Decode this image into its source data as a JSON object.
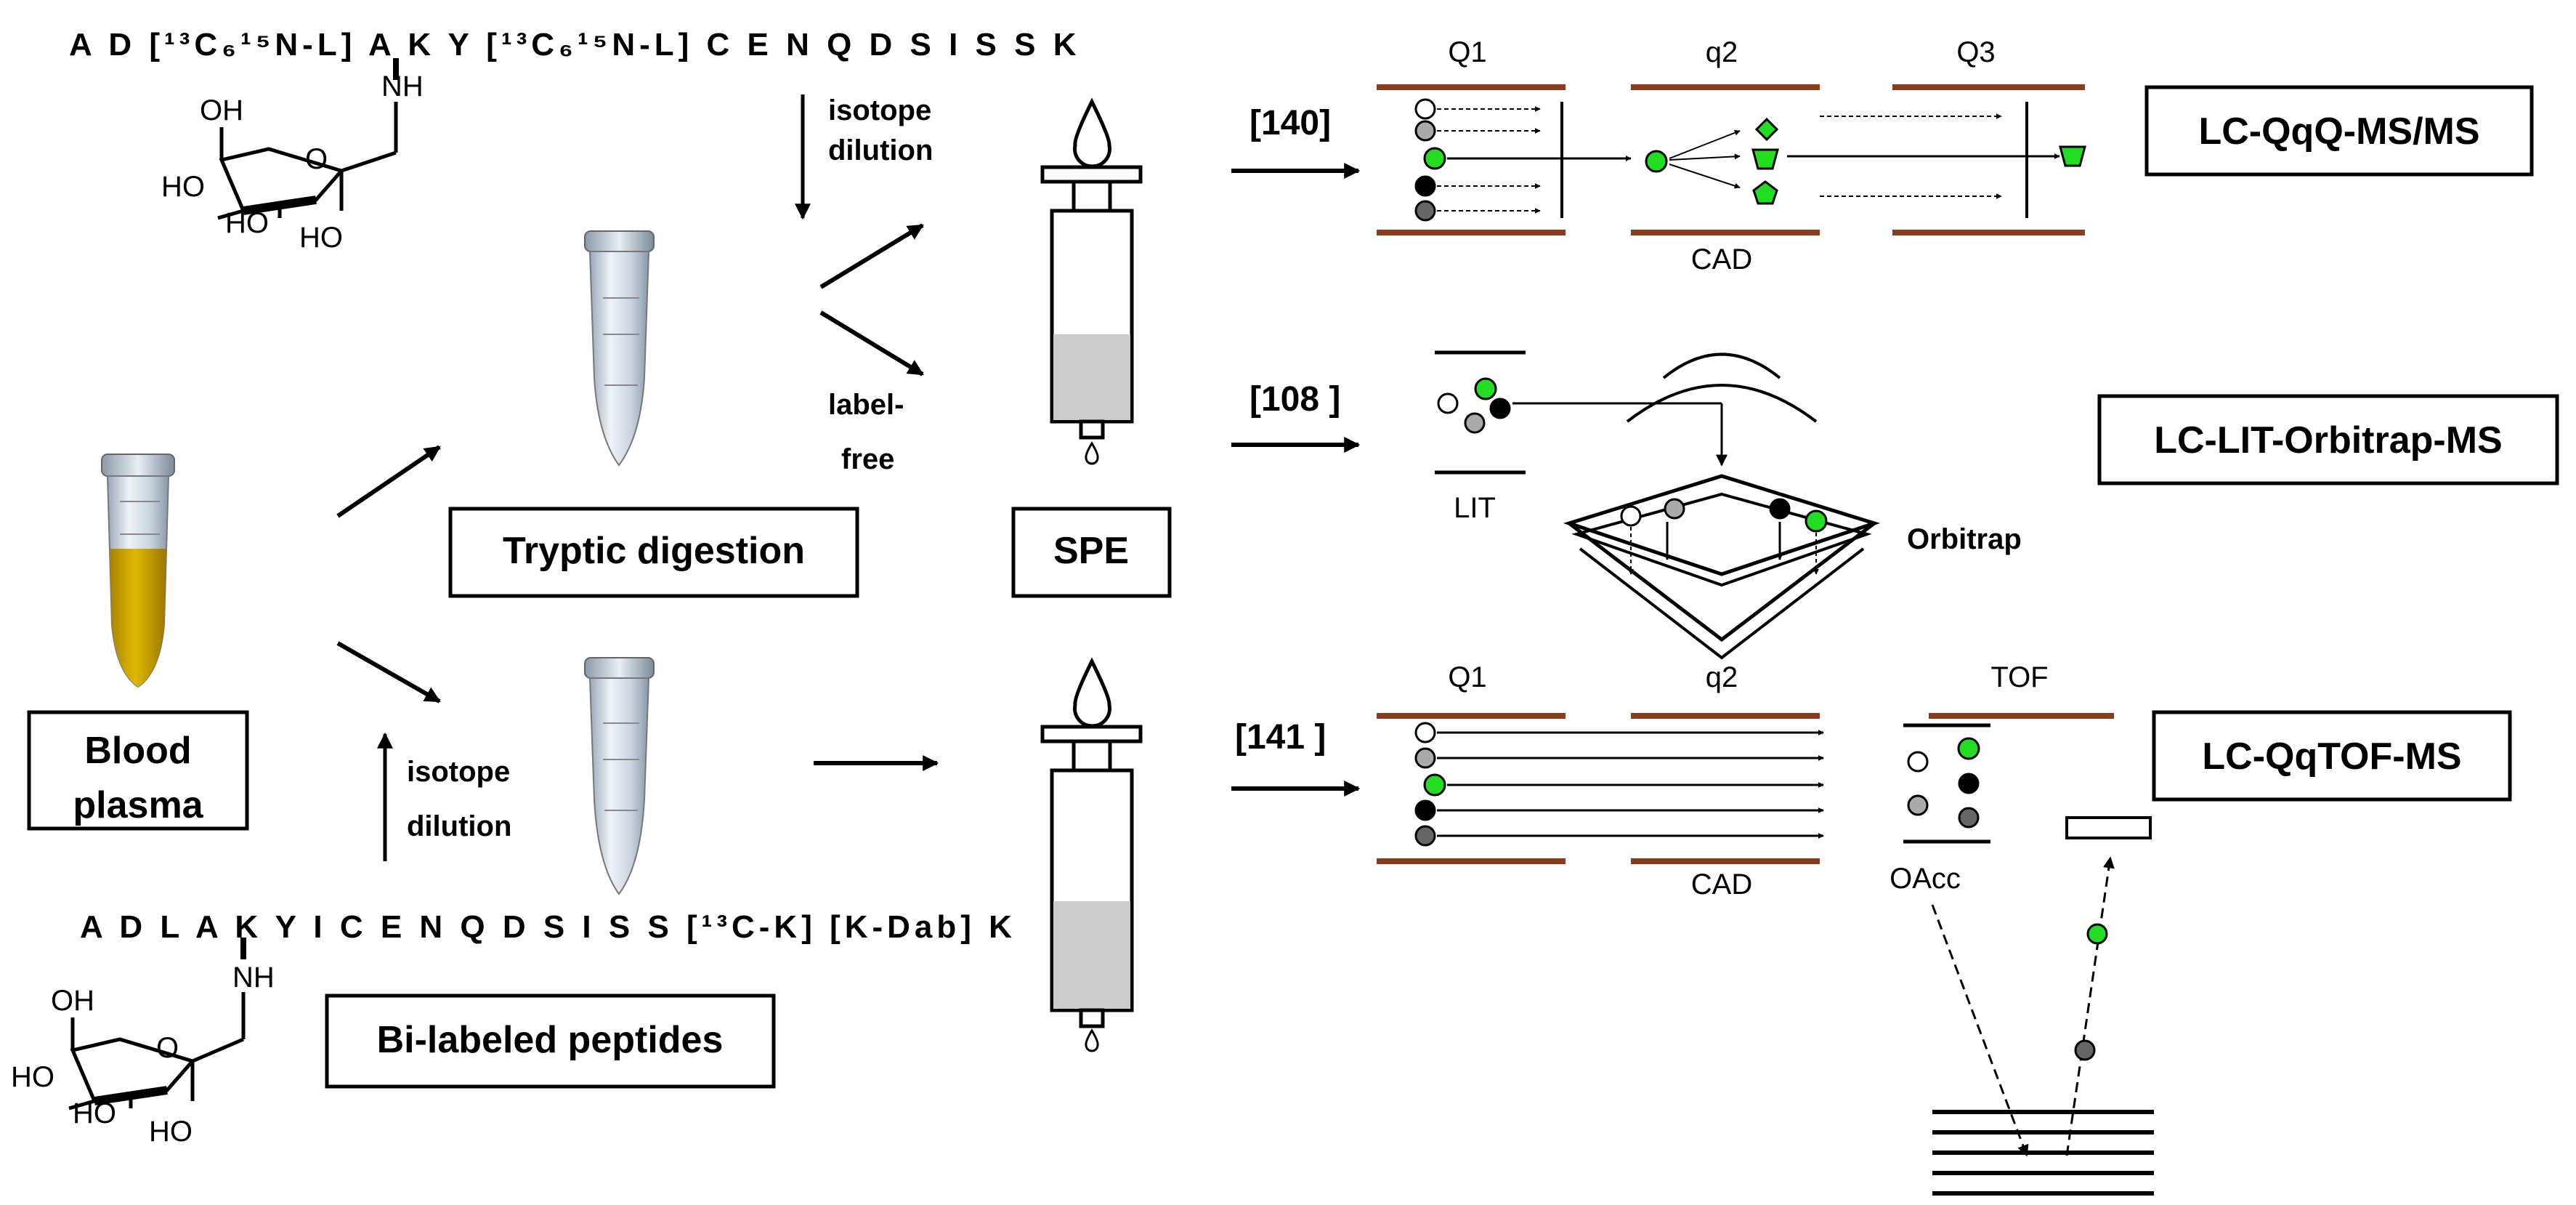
{
  "sequences": {
    "top": "A D [¹³C₆¹⁵N-L] A K Y [¹³C₆¹⁵N-L] C E N Q D S I S S K",
    "bottom": "A D L A K Y I C E N Q D S I S S [¹³C-K] [K-Dab] K"
  },
  "sugar": {
    "oh": "OH",
    "nh": "NH",
    "ho_left": "HO",
    "ho_mid": "HO",
    "ho_right": "HO",
    "o": "O"
  },
  "steps": {
    "blood_plasma_line1": "Blood",
    "blood_plasma_line2": "plasma",
    "tryptic_digestion": "Tryptic digestion",
    "bi_labeled_peptides": "Bi-labeled peptides",
    "spe": "SPE",
    "isotope_dilution_top_1": "isotope",
    "isotope_dilution_top_2": "dilution",
    "label_free_1": "label-",
    "label_free_2": "free",
    "isotope_dilution_bottom_1": "isotope",
    "isotope_dilution_bottom_2": "dilution"
  },
  "refs": {
    "qqq": "[140]",
    "orbitrap": "[108 ]",
    "qtof": "[141 ]"
  },
  "instruments": {
    "qqq": {
      "label": "LC-QqQ-MS/MS",
      "q1": "Q1",
      "q2": "q2",
      "q3": "Q3",
      "cad": "CAD"
    },
    "orbitrap": {
      "label": "LC-LIT-Orbitrap-MS",
      "lit": "LIT",
      "orbitrap": "Orbitrap"
    },
    "qtof": {
      "label": "LC-QqTOF-MS",
      "q1": "Q1",
      "q2": "q2",
      "tof": "TOF",
      "cad": "CAD",
      "oacc": "OAcc"
    }
  },
  "colors": {
    "rod": "#8B3A1E",
    "ion_green": "#22DD22",
    "ion_gray": "#AAAAAA",
    "ion_dark": "#666666",
    "plasma": "#D4A800",
    "tube_blue": "#C8D8E8",
    "spe_fill": "#CCCCCC"
  }
}
